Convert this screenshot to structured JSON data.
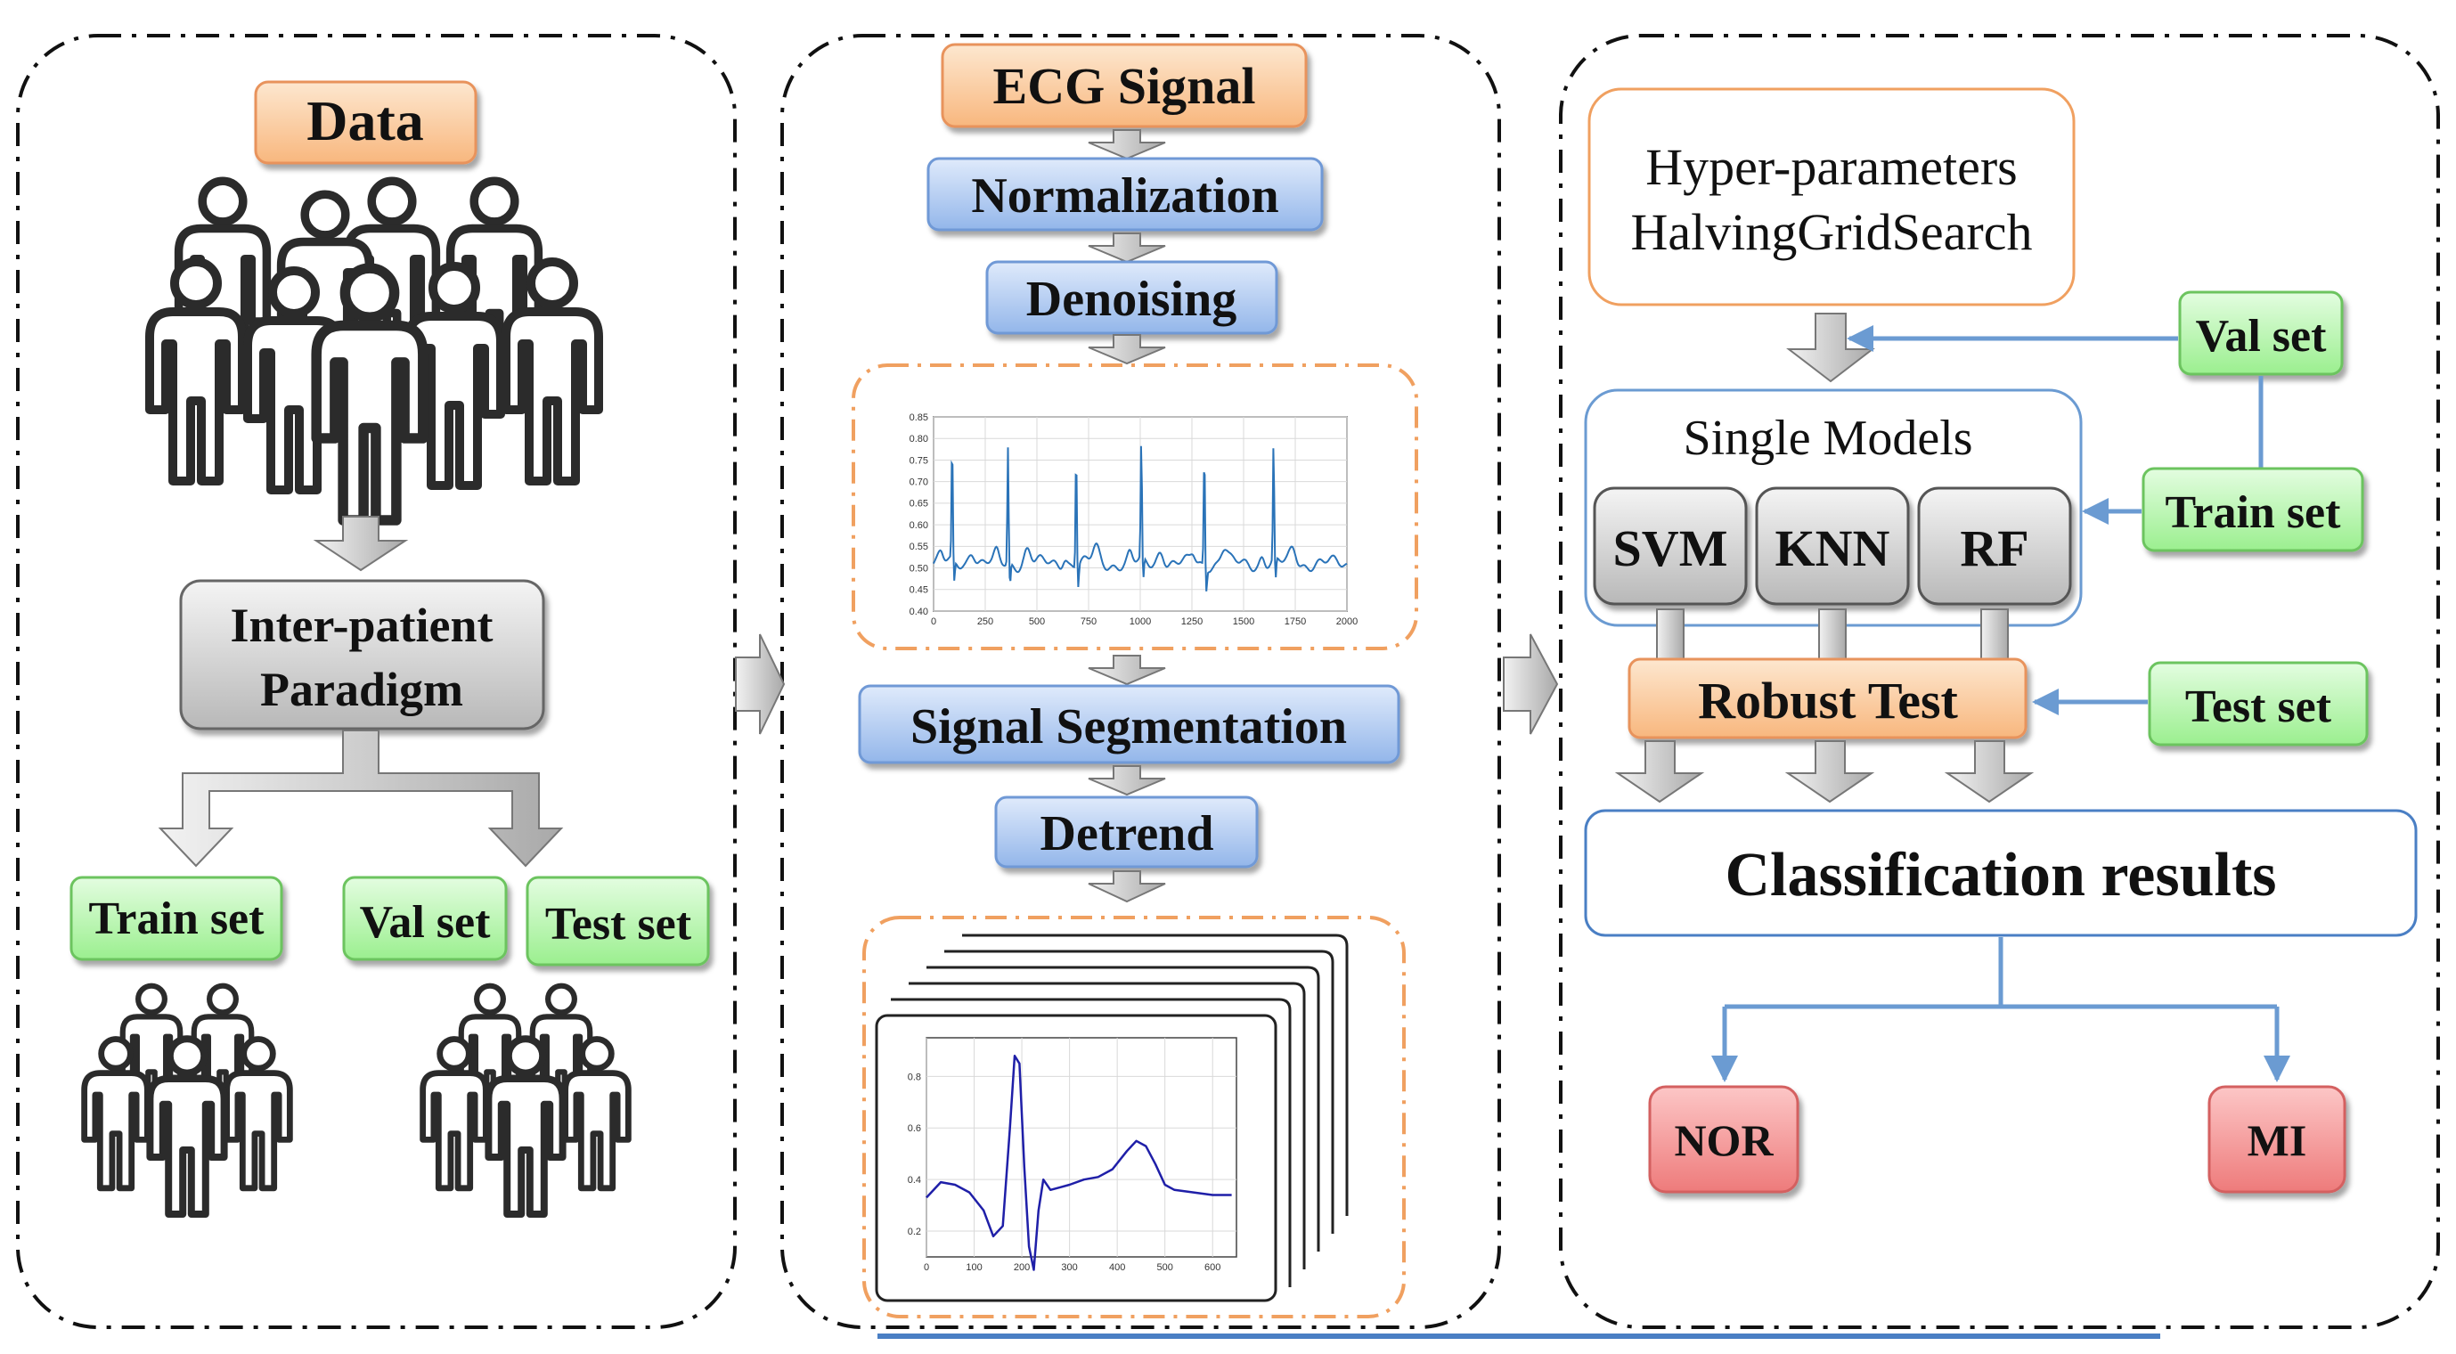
{
  "colors": {
    "orange_fill": "#fbd3a8",
    "orange_stroke": "#e8935c",
    "blue_fill": "#b8d1f3",
    "blue_stroke": "#6f99d6",
    "green_fill": "#c8f7c1",
    "green_stroke": "#6cc45f",
    "gray_fill": "#dcdcdc",
    "red_fill": "#f59a9a",
    "red_stroke": "#d46060",
    "flow_blue": "#6b9bd2",
    "signal_blue": "#2a73b8",
    "beat_blue": "#1f1fa8"
  },
  "panel1": {
    "data_label": "Data",
    "paradigm_line1": "Inter-patient",
    "paradigm_line2": "Paradigm",
    "train_set": "Train set",
    "val_set": "Val set",
    "test_set": "Test set"
  },
  "panel2": {
    "ecg_signal": "ECG Signal",
    "normalization": "Normalization",
    "denoising": "Denoising",
    "signal_segmentation": "Signal Segmentation",
    "detrend": "Detrend"
  },
  "panel3": {
    "hyper_line1": "Hyper-parameters",
    "hyper_line2": "HalvingGridSearch",
    "val_set": "Val set",
    "train_set": "Train set",
    "single_models": "Single Models",
    "svm": "SVM",
    "knn": "KNN",
    "rf": "RF",
    "robust_test": "Robust Test",
    "test_set": "Test set",
    "classification_results": "Classification results",
    "nor": "NOR",
    "mi": "MI"
  },
  "chart_data": [
    {
      "type": "line",
      "x_ticks": [
        "0",
        "250",
        "500",
        "750",
        "1000",
        "1250",
        "1500",
        "1750",
        "2000"
      ],
      "y_ticks": [
        "0.40",
        "0.45",
        "0.50",
        "0.55",
        "0.60",
        "0.65",
        "0.70",
        "0.75",
        "0.80",
        "0.85"
      ],
      "xlim": [
        0,
        2000
      ],
      "ylim": [
        0.4,
        0.85
      ],
      "r_peaks": [
        90,
        360,
        690,
        1005,
        1310,
        1645
      ],
      "r_amplitude": 0.78,
      "baseline": 0.51,
      "grid": true
    },
    {
      "type": "line",
      "x_ticks": [
        "0",
        "100",
        "200",
        "300",
        "400",
        "500",
        "600"
      ],
      "y_ticks": [
        "0.2",
        "0.4",
        "0.6",
        "0.8"
      ],
      "xlim": [
        0,
        650
      ],
      "ylim": [
        0.1,
        0.95
      ],
      "x": [
        0,
        30,
        60,
        90,
        120,
        140,
        160,
        175,
        185,
        195,
        205,
        215,
        225,
        235,
        245,
        260,
        280,
        300,
        330,
        360,
        390,
        420,
        440,
        460,
        480,
        500,
        520,
        560,
        600,
        640
      ],
      "y": [
        0.33,
        0.39,
        0.38,
        0.35,
        0.28,
        0.18,
        0.22,
        0.6,
        0.88,
        0.85,
        0.45,
        0.14,
        0.05,
        0.28,
        0.4,
        0.36,
        0.37,
        0.38,
        0.4,
        0.41,
        0.44,
        0.51,
        0.55,
        0.53,
        0.46,
        0.38,
        0.36,
        0.35,
        0.34,
        0.34
      ],
      "grid": true
    }
  ]
}
